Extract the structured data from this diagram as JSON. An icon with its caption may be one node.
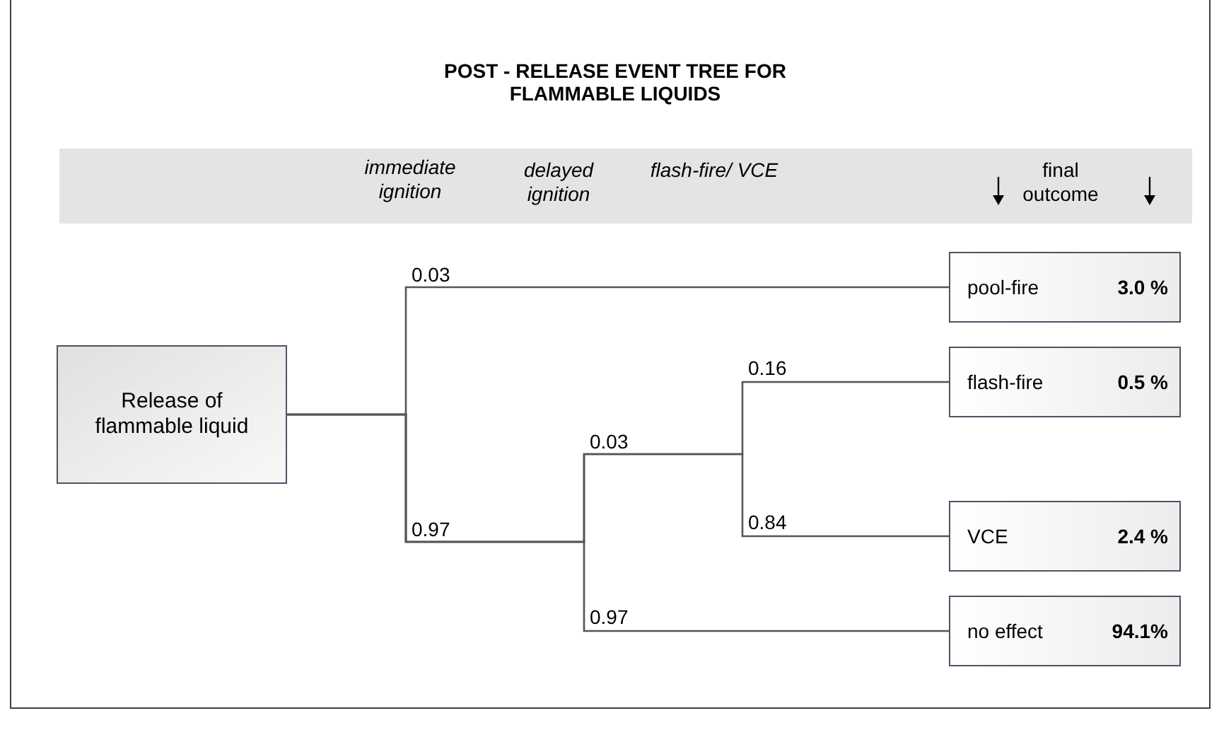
{
  "diagram": {
    "title": "POST - RELEASE EVENT TREE FOR FLAMMABLE LIQUIDS",
    "nodes": [
      {
        "text": [
          "Release of flammable liquid"
        ]
      },
      {
        "text": [
          "pool-fire",
          "3.0 %"
        ]
      },
      {
        "text": [
          "flash-fire",
          "0.5 %"
        ]
      },
      {
        "text": [
          "VCE",
          "2.4 %"
        ]
      },
      {
        "text": [
          "no effect",
          "94.1%"
        ]
      }
    ],
    "edges": [
      {
        "from": 0,
        "to": 1,
        "arrow": "none",
        "label": "0.03"
      },
      {
        "from": 0,
        "to": 2,
        "arrow": "none",
        "label": "0.16"
      },
      {
        "from": 0,
        "to": 3,
        "arrow": "none",
        "label": "0.84"
      },
      {
        "from": 0,
        "to": 4,
        "arrow": "none",
        "label": "0.97"
      }
    ],
    "labels": [
      "immediate ignition",
      "delayed ignition",
      "flash-fire/ VCE",
      "final outcome",
      "0.97",
      "0.03"
    ]
  }
}
